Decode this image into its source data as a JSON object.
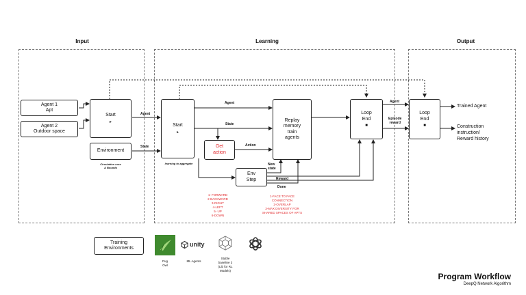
{
  "sections": {
    "input": "Input",
    "learning": "Learning",
    "output": "Output"
  },
  "input": {
    "agent1": [
      "Agent 1",
      "Apt"
    ],
    "agent2": [
      "Agent 2",
      "Outdoor space"
    ],
    "start": "Start",
    "environment": "Environment",
    "environment_note": [
      "Circulation core",
      "& Bounds"
    ]
  },
  "learning": {
    "start": "Start",
    "start_note": "learning to aggregate",
    "get_action": [
      "Get",
      "action"
    ],
    "replay": [
      "Replay",
      "memory",
      "train",
      "agents"
    ],
    "env_step": [
      "Env",
      "Step"
    ],
    "loop_end": [
      "Loop",
      "End"
    ],
    "actions_list": [
      "1- FORWARD",
      "2-BACKWARD",
      "3-RIGHT",
      "4-LEFT",
      "5- UP",
      "6-DOWN"
    ],
    "reward_list": [
      "1-FACE TO FACE",
      "CONNECTION",
      "2-OVERLAP",
      "3-MAX DIVERSITY FOR",
      "SHARED SPACES OF APTS"
    ]
  },
  "output": {
    "loop_end": [
      "Loop",
      "End"
    ],
    "trained_agent": "Trained Agent",
    "construction": [
      "Construction",
      "instruction/",
      "Reward history"
    ]
  },
  "edge_labels": {
    "agent_in": "Agent",
    "state_in": "State",
    "agent_top": "Agent",
    "state_mid": "State",
    "action": "Action",
    "new_state": [
      "New",
      "state"
    ],
    "reward": "Reward",
    "done": "Done",
    "agent_out": "Agent",
    "episode_reward": [
      "Episode",
      "reward"
    ]
  },
  "training": {
    "title": [
      "Training",
      "Environments"
    ],
    "tools": [
      {
        "label": [
          "Pug",
          "Owl"
        ],
        "icon": "pug-owl-logo-icon"
      },
      {
        "label": [
          "ML Agents"
        ],
        "icon": "unity-logo-icon",
        "logo_text": "unity"
      },
      {
        "label": [
          "Stable",
          "baseline 3",
          "(Lib for RL",
          "Models)"
        ],
        "icon": "stable-baselines-logo-icon"
      },
      {
        "label": [
          ""
        ],
        "icon": "openai-logo-icon"
      }
    ]
  },
  "footer": {
    "title": "Program Workflow",
    "subtitle": "DeepQ Network Algorithm"
  },
  "colors": {
    "accent_red": "#e0262a",
    "line": "#222222",
    "dash": "#777777"
  }
}
